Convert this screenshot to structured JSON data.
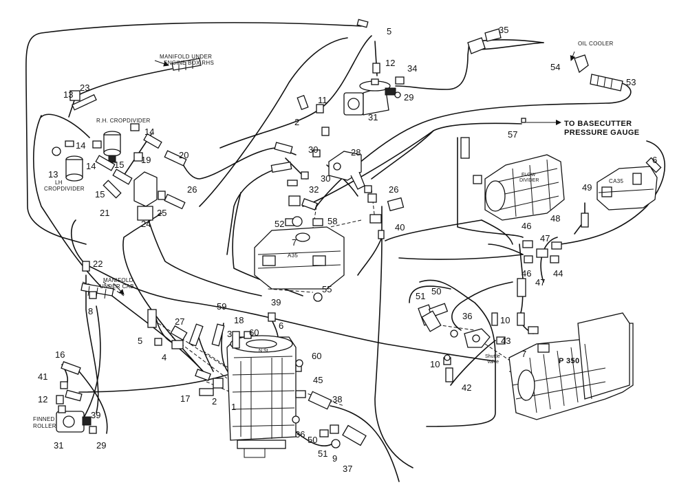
{
  "labels": {
    "manifold_engine_1": "MANIFOLD UNDER",
    "manifold_engine_2": "ENGINE BOX RHS",
    "rh_cropdivider": "R.H. CROPDIVIDER",
    "lh_cropdivider_1": "LH",
    "lh_cropdivider_2": "CROPDIVIDER",
    "oil_cooler": "OIL COOLER",
    "basecutter_1": "TO BASECUTTER",
    "basecutter_2": "PRESSURE GAUGE",
    "flow_divider_1": "FLOW",
    "flow_divider_2": "DIVIDER",
    "manifold_cab_1": "MANIFOLD",
    "manifold_cab_2": "UNDER CAB",
    "finned_roller_1": "FINNED",
    "finned_roller_2": "ROLLER",
    "shuttle_valve_1": "Shuttle",
    "shuttle_valve_2": "Valve",
    "pump_p350": "P 350",
    "block_a35_left": "A35",
    "block_a35_right": "CA35",
    "pump_ns": "N St"
  },
  "callouts": [
    {
      "id": "c-5-top",
      "text": "5"
    },
    {
      "id": "c-35-top",
      "text": "35"
    },
    {
      "id": "c-12-top",
      "text": "12"
    },
    {
      "id": "c-34",
      "text": "34"
    },
    {
      "id": "c-29-top",
      "text": "29"
    },
    {
      "id": "c-11",
      "text": "11"
    },
    {
      "id": "c-2-top",
      "text": "2"
    },
    {
      "id": "c-31-top",
      "text": "31"
    },
    {
      "id": "c-54",
      "text": "54"
    },
    {
      "id": "c-53",
      "text": "53"
    },
    {
      "id": "c-13-top",
      "text": "13"
    },
    {
      "id": "c-23",
      "text": "23"
    },
    {
      "id": "c-57",
      "text": "57"
    },
    {
      "id": "c-14-a",
      "text": "14"
    },
    {
      "id": "c-14-b",
      "text": "14"
    },
    {
      "id": "c-14-c",
      "text": "14"
    },
    {
      "id": "c-20",
      "text": "20"
    },
    {
      "id": "c-30-a",
      "text": "30"
    },
    {
      "id": "c-28",
      "text": "28"
    },
    {
      "id": "c-19",
      "text": "19"
    },
    {
      "id": "c-15-a",
      "text": "15"
    },
    {
      "id": "c-15-b",
      "text": "15"
    },
    {
      "id": "c-13-mid",
      "text": "13"
    },
    {
      "id": "c-30-b",
      "text": "30"
    },
    {
      "id": "c-32",
      "text": "32"
    },
    {
      "id": "c-6-right",
      "text": "6"
    },
    {
      "id": "c-26-a",
      "text": "26"
    },
    {
      "id": "c-26-b",
      "text": "26"
    },
    {
      "id": "c-21",
      "text": "21"
    },
    {
      "id": "c-24",
      "text": "24"
    },
    {
      "id": "c-25",
      "text": "25"
    },
    {
      "id": "c-49",
      "text": "49"
    },
    {
      "id": "c-52",
      "text": "52"
    },
    {
      "id": "c-58",
      "text": "58"
    },
    {
      "id": "c-7-mid",
      "text": "7"
    },
    {
      "id": "c-40",
      "text": "40"
    },
    {
      "id": "c-46-a",
      "text": "46"
    },
    {
      "id": "c-47-a",
      "text": "47"
    },
    {
      "id": "c-48",
      "text": "48"
    },
    {
      "id": "c-46-b",
      "text": "46"
    },
    {
      "id": "c-47-b",
      "text": "47"
    },
    {
      "id": "c-44",
      "text": "44"
    },
    {
      "id": "c-22",
      "text": "22"
    },
    {
      "id": "c-55",
      "text": "55"
    },
    {
      "id": "c-8",
      "text": "8"
    },
    {
      "id": "c-51-right",
      "text": "51"
    },
    {
      "id": "c-50-right",
      "text": "50"
    },
    {
      "id": "c-36-right",
      "text": "36"
    },
    {
      "id": "c-10-a",
      "text": "10"
    },
    {
      "id": "c-39-mid",
      "text": "39"
    },
    {
      "id": "c-59",
      "text": "59"
    },
    {
      "id": "c-18",
      "text": "18"
    },
    {
      "id": "c-6-mid",
      "text": "6"
    },
    {
      "id": "c-27",
      "text": "27"
    },
    {
      "id": "c-60-a",
      "text": "60"
    },
    {
      "id": "c-5-mid",
      "text": "5"
    },
    {
      "id": "c-4",
      "text": "4"
    },
    {
      "id": "c-3",
      "text": "3"
    },
    {
      "id": "c-43",
      "text": "43"
    },
    {
      "id": "c-7-right",
      "text": "7"
    },
    {
      "id": "c-10-b",
      "text": "10"
    },
    {
      "id": "c-16",
      "text": "16"
    },
    {
      "id": "c-60-b",
      "text": "60"
    },
    {
      "id": "c-41",
      "text": "41"
    },
    {
      "id": "c-45",
      "text": "45"
    },
    {
      "id": "c-42",
      "text": "42"
    },
    {
      "id": "c-17",
      "text": "17"
    },
    {
      "id": "c-2-bot",
      "text": "2"
    },
    {
      "id": "c-1",
      "text": "1"
    },
    {
      "id": "c-38",
      "text": "38"
    },
    {
      "id": "c-12-bot",
      "text": "12"
    },
    {
      "id": "c-39-bot",
      "text": "39"
    },
    {
      "id": "c-31-bot",
      "text": "31"
    },
    {
      "id": "c-29-bot",
      "text": "29"
    },
    {
      "id": "c-36-bot",
      "text": "36"
    },
    {
      "id": "c-50-bot",
      "text": "50"
    },
    {
      "id": "c-51-bot",
      "text": "51"
    },
    {
      "id": "c-9",
      "text": "9"
    },
    {
      "id": "c-37",
      "text": "37"
    }
  ]
}
